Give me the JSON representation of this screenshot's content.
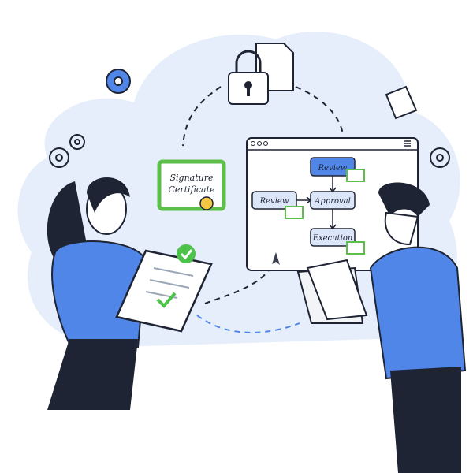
{
  "certificate": {
    "line1": "Signature",
    "line2": "Certificate"
  },
  "workflow": {
    "steps": [
      {
        "label": "Review",
        "state": "active"
      },
      {
        "label": "Review",
        "state": "normal"
      },
      {
        "label": "Approval",
        "state": "normal"
      },
      {
        "label": "Execution",
        "state": "normal"
      }
    ]
  },
  "colors": {
    "accent": "#4f86e8",
    "background_blob": "#e6eefb",
    "check": "#4cc24a",
    "certificate_border": "#5cbf4a",
    "dark": "#1e2433"
  },
  "icons": [
    "gear-icon",
    "padlock-icon",
    "document-icon",
    "checkmark-icon",
    "browser-menu-icon",
    "cursor-arrow-icon"
  ]
}
